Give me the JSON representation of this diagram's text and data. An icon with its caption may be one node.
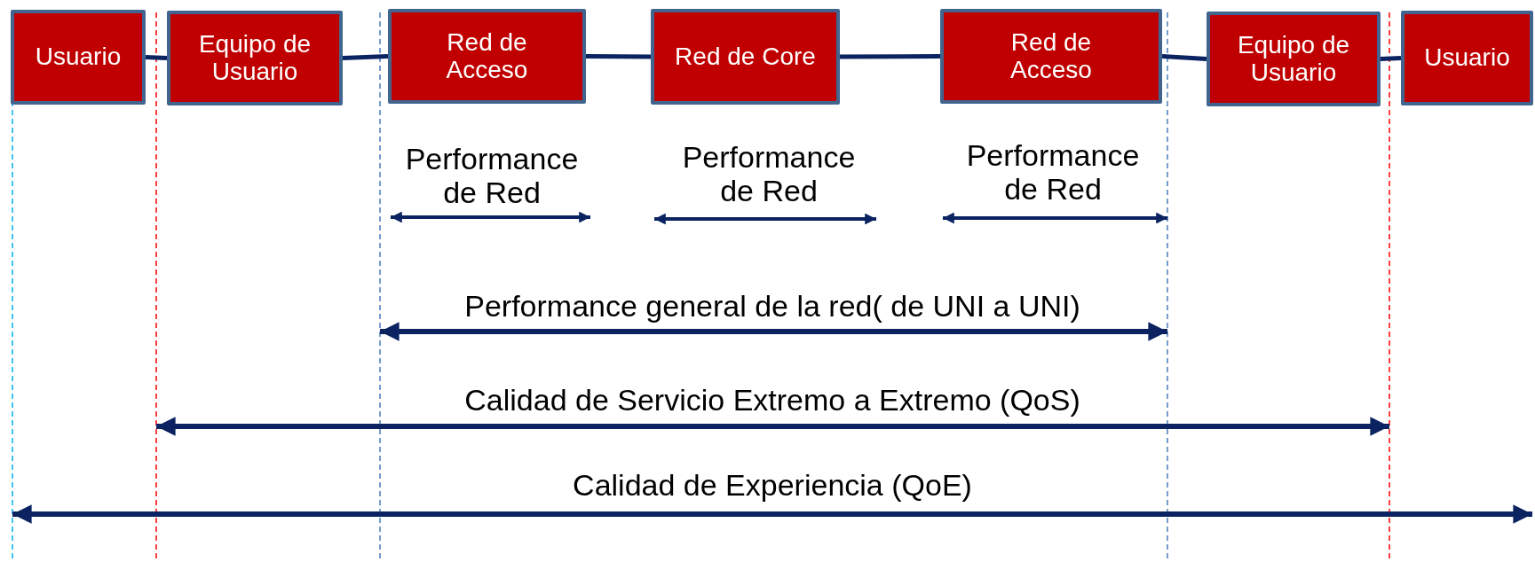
{
  "diagram": {
    "nodes": [
      {
        "text": [
          "Usuario"
        ]
      },
      {
        "text": [
          "Equipo de Usuario"
        ]
      },
      {
        "text": [
          "Red de Acceso"
        ]
      },
      {
        "text": [
          "Red de Core"
        ]
      },
      {
        "text": [
          "Red de Acceso"
        ]
      },
      {
        "text": [
          "Equipo de Usuario"
        ]
      },
      {
        "text": [
          "Usuario"
        ]
      }
    ],
    "edges": [
      {
        "from": 0,
        "to": 1,
        "arrow": "none"
      },
      {
        "from": 1,
        "to": 2,
        "arrow": "none"
      },
      {
        "from": 2,
        "to": 3,
        "arrow": "none"
      },
      {
        "from": 3,
        "to": 4,
        "arrow": "none"
      },
      {
        "from": 4,
        "to": 5,
        "arrow": "none"
      },
      {
        "from": 5,
        "to": 6,
        "arrow": "none"
      }
    ],
    "labels": [
      "Performance de Red",
      "Performance de Red",
      "Performance de Red",
      "Performance general de la red( de UNI a UNI)",
      "Calidad de Servicio Extremo a Extremo (QoS)",
      "Calidad de Experiencia (QoE)"
    ]
  }
}
